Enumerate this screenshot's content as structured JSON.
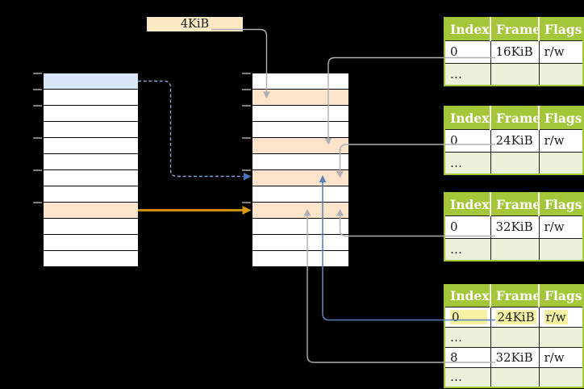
{
  "page_size_label": "4KiB",
  "virtual_column": {
    "rows": [
      "blue",
      "white",
      "white",
      "white",
      "white",
      "white",
      "white",
      "white",
      "orange",
      "white",
      "white",
      "white"
    ]
  },
  "physical_column": {
    "rows": [
      "white",
      "orange",
      "white",
      "white",
      "orange",
      "white",
      "orange",
      "white",
      "orange",
      "white",
      "white",
      "white"
    ]
  },
  "tick_row_indices": [
    0,
    1,
    2,
    4,
    6,
    8
  ],
  "tables": [
    {
      "headers": [
        "Index",
        "Frame",
        "Flags"
      ],
      "rows": [
        {
          "cells": [
            "0",
            "16KiB",
            "r/w"
          ]
        },
        {
          "cells": [
            "…",
            "",
            ""
          ],
          "shaded": true
        }
      ]
    },
    {
      "headers": [
        "Index",
        "Frame",
        "Flags"
      ],
      "rows": [
        {
          "cells": [
            "0",
            "24KiB",
            "r/w"
          ]
        },
        {
          "cells": [
            "…",
            "",
            ""
          ],
          "shaded": true
        }
      ]
    },
    {
      "headers": [
        "Index",
        "Frame",
        "Flags"
      ],
      "rows": [
        {
          "cells": [
            "0",
            "32KiB",
            "r/w"
          ]
        },
        {
          "cells": [
            "…",
            "",
            ""
          ],
          "shaded": true
        }
      ]
    },
    {
      "headers": [
        "Index",
        "Frame",
        "Flags"
      ],
      "rows": [
        {
          "cells": [
            "0",
            "24KiB",
            "r/w"
          ],
          "highlighted": true
        },
        {
          "cells": [
            "…",
            "",
            ""
          ],
          "shaded": true
        },
        {
          "cells": [
            "8",
            "32KiB",
            "r/w"
          ]
        },
        {
          "cells": [
            "…",
            "",
            ""
          ],
          "shaded": true
        }
      ]
    }
  ],
  "colors": {
    "bg": "#000000",
    "row_white": "#ffffff",
    "row_blue": "#d8e5f5",
    "row_orange": "#fce4cb",
    "box_cream": "#fbe9c4",
    "table_green": "#a4c639",
    "table_shaded": "#eaf1d8",
    "highlight": "#f7f2a3",
    "header_text": "#ffffff",
    "text": "#1a1a1a",
    "arrow_gray": "#b0b0b4",
    "arrow_blue": "#5c80bc",
    "arrow_blue_light": "#8aa6d6",
    "arrow_blue_dark": "#4b76bb",
    "arrow_orange": "#d79b00",
    "tick": "#7f7f7f"
  }
}
